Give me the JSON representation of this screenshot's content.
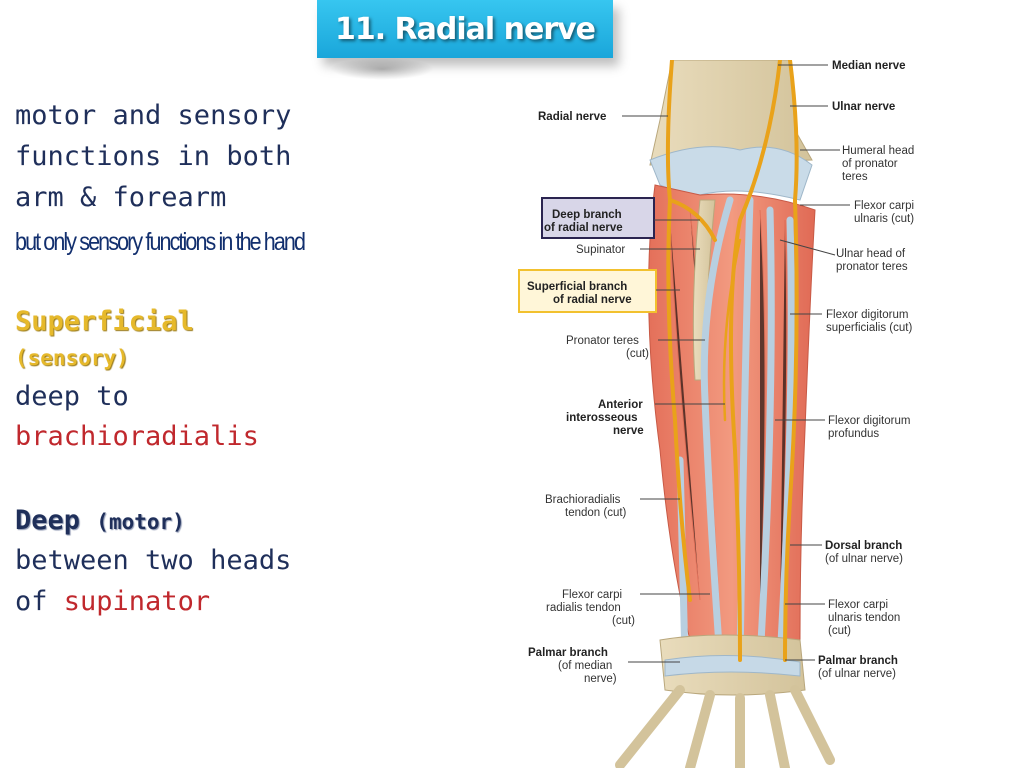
{
  "title": "11. Radial nerve",
  "text": {
    "line1": "motor and sensory",
    "line2": "functions in both",
    "line3": "arm & forearm",
    "line4": "but only sensory functions in the hand",
    "superficial": "Superficial",
    "sensory": "(sensory)",
    "deep_to": "deep to",
    "brachioradialis": "brachioradialis",
    "deep": "Deep",
    "motor": "(motor)",
    "between": "between two heads",
    "of": "of",
    "supinator": "supinator"
  },
  "figure_labels": {
    "median_nerve": "Median nerve",
    "ulnar_nerve": "Ulnar nerve",
    "humeral_head": [
      "Humeral head",
      "of pronator",
      "teres"
    ],
    "radial_nerve": "Radial nerve",
    "deep_branch": [
      "Deep branch",
      "of radial nerve"
    ],
    "flexor_carpi_ulnaris_cut": [
      "Flexor carpi",
      "ulnaris (cut)"
    ],
    "supinator": "Supinator",
    "ulnar_head": [
      "Ulnar head of",
      "pronator teres"
    ],
    "superficial_branch": [
      "Superficial branch",
      "of radial nerve"
    ],
    "fds": [
      "Flexor digitorum",
      "superficialis (cut)"
    ],
    "pronator_teres_cut": [
      "Pronator teres",
      "(cut)"
    ],
    "anterior_interosseous": [
      "Anterior",
      "interosseous",
      "nerve"
    ],
    "fdp": [
      "Flexor digitorum",
      "profundus"
    ],
    "brachioradialis_tendon": [
      "Brachioradialis",
      "tendon (cut)"
    ],
    "dorsal_branch": [
      "Dorsal branch",
      "(of ulnar nerve)"
    ],
    "fcr_tendon": [
      "Flexor carpi",
      "radialis tendon",
      "(cut)"
    ],
    "fcu_tendon": [
      "Flexor carpi",
      "ulnaris tendon",
      "(cut)"
    ],
    "palmar_median": [
      "Palmar branch",
      "(of median",
      "nerve)"
    ],
    "palmar_ulnar": [
      "Palmar branch",
      "(of ulnar nerve)"
    ]
  },
  "colors": {
    "title_bg": "#1aa6da",
    "body_text": "#1f2f5a",
    "superficial": "#e6b92b",
    "red_text": "#c0282d",
    "deep_box": "#2b2450",
    "superficial_box": "#f2c12e"
  }
}
